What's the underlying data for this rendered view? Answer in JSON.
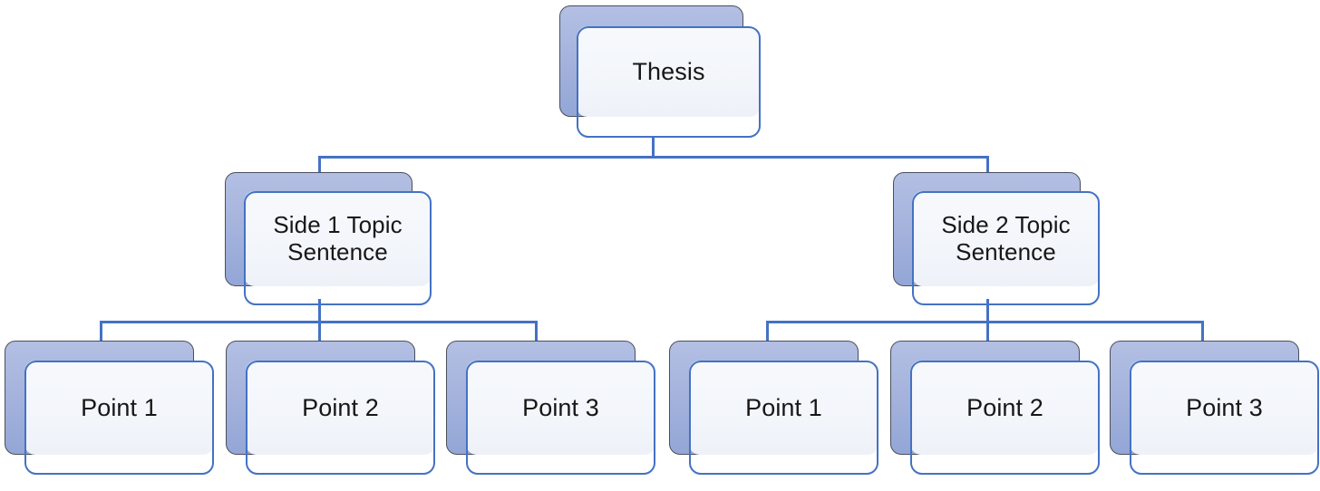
{
  "diagram": {
    "title": "Thesis hierarchy organizer",
    "type": "hierarchy",
    "colors": {
      "back_plate_top": "#b3bfe3",
      "back_plate_bottom": "#93a6d6",
      "back_plate_border": "#4a4f5c",
      "front_outline": "#4472c4",
      "mid_fill_top": "#f7f9fc",
      "mid_fill_bottom": "#eef2f8",
      "connector": "#4472c4",
      "text": "#171717",
      "background": "#ffffff"
    }
  },
  "nodes": {
    "thesis": {
      "label": "Thesis"
    },
    "side1": {
      "label": "Side 1 Topic\nSentence"
    },
    "side2": {
      "label": "Side 2 Topic\nSentence"
    },
    "side1_point1": {
      "label": "Point 1"
    },
    "side1_point2": {
      "label": "Point 2"
    },
    "side1_point3": {
      "label": "Point 3"
    },
    "side2_point1": {
      "label": "Point 1"
    },
    "side2_point2": {
      "label": "Point 2"
    },
    "side2_point3": {
      "label": "Point 3"
    }
  }
}
